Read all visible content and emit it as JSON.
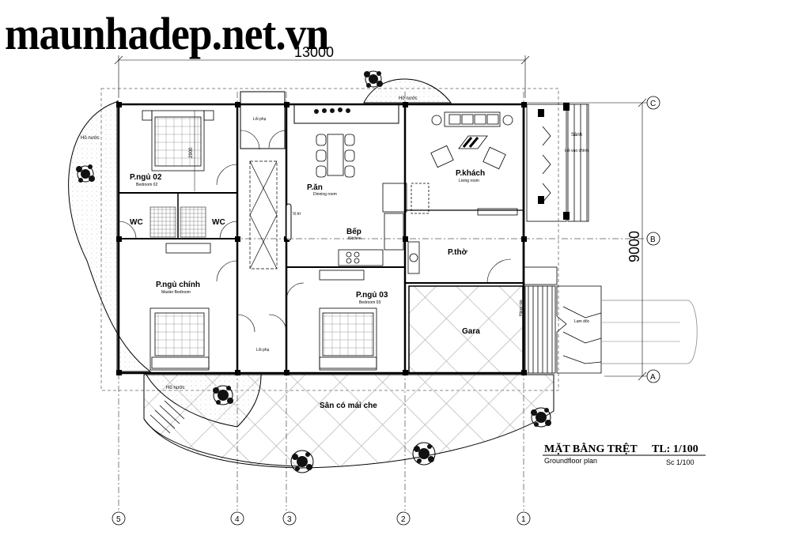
{
  "watermark": "maunhadep.net.vn",
  "rooms": {
    "bedroom02": {
      "name": "P.ngủ 02",
      "sub": "Bedroom 02"
    },
    "wc1": "WC",
    "wc2": "WC",
    "master": {
      "name": "P.ngủ chính",
      "sub": "Master Bedroom"
    },
    "dining": {
      "name": "P.ăn",
      "sub": "Dinning room"
    },
    "kitchen": {
      "name": "Bếp",
      "sub": "Kitchen"
    },
    "living": {
      "name": "P.khách",
      "sub": "Living room"
    },
    "worship": "P.thờ",
    "bedroom03": {
      "name": "P.ngủ 03",
      "sub": "Bedroom 03"
    },
    "garage": "Gara",
    "lobby": {
      "name": "Sảnh",
      "sub": "Lối vào chính"
    },
    "covered_yard": "Sân có mái che",
    "pond_top": "Hồ nước",
    "pond_left": "Hồ nước",
    "pond_bottom": "Hồ nước",
    "corridor_top": "Lối phụ",
    "corridor_bottom": "Lối phụ",
    "altar_wall": "Vị trí",
    "garage_side": "Hàng rào",
    "ramp": "Lam dốc"
  },
  "dimensions": {
    "width": "13000",
    "height": "9000",
    "bedroom": "2900"
  },
  "grid": {
    "rows": [
      "C",
      "B",
      "A"
    ],
    "cols": [
      "5",
      "4",
      "3",
      "2",
      "1"
    ]
  },
  "title": {
    "main": "MẶT BẰNG TRỆT",
    "scale": "TL: 1/100",
    "sub": "Groundfloor plan",
    "sub_scale": "Sc 1/100"
  }
}
